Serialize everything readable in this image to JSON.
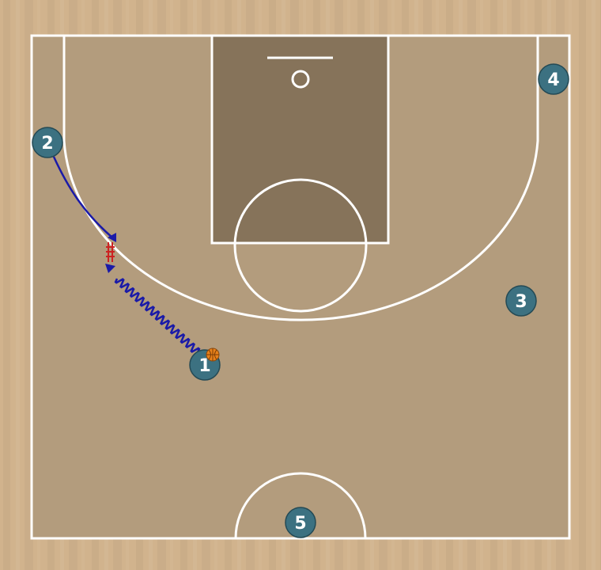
{
  "colors": {
    "floor_light": "#d1b38d",
    "floor_dark": "#b39773",
    "court_fill": "#b39c7d",
    "paint_fill": "#86735a",
    "line": "#ffffff",
    "player_fill": "#3c7181",
    "player_stroke": "#244a55",
    "action_line": "#1a1aa8",
    "screen_mark": "#cc2222",
    "ball": "#e8811a"
  },
  "players": [
    {
      "id": "player-1",
      "label": "1",
      "has_ball": true
    },
    {
      "id": "player-2",
      "label": "2",
      "has_ball": false
    },
    {
      "id": "player-3",
      "label": "3",
      "has_ball": false
    },
    {
      "id": "player-4",
      "label": "4",
      "has_ball": false
    },
    {
      "id": "player-5",
      "label": "5",
      "has_ball": false
    }
  ],
  "actions": [
    {
      "type": "cut",
      "from_player": "2"
    },
    {
      "type": "dribble",
      "from_player": "1"
    }
  ],
  "icons": {
    "ball": "basketball-icon",
    "screen": "screen-marker-icon",
    "arrow": "arrowhead-icon"
  }
}
